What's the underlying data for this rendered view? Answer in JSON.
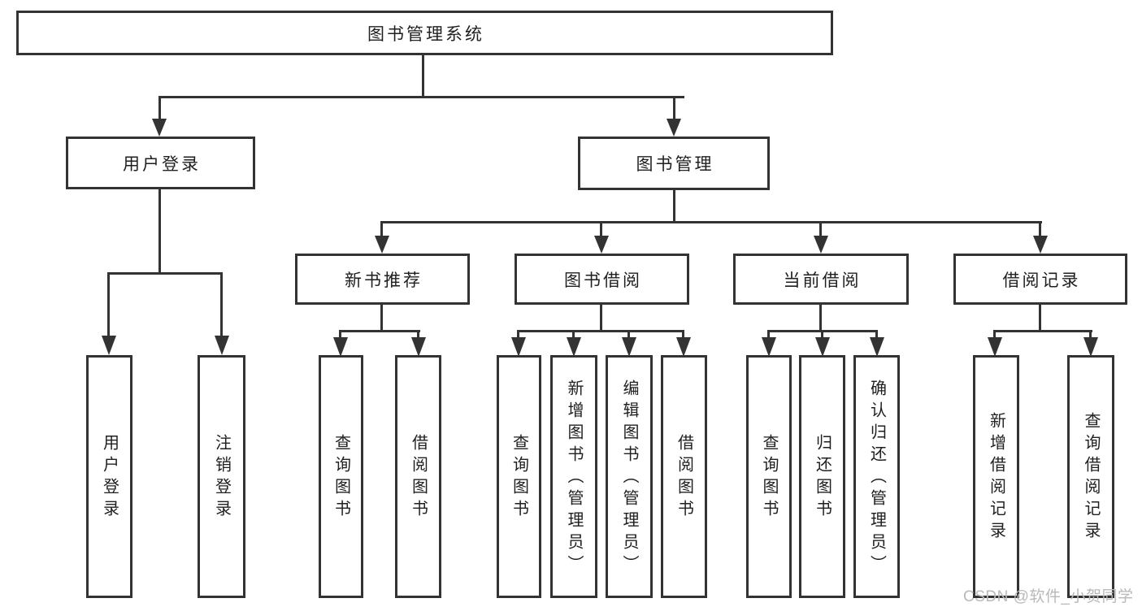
{
  "diagram": {
    "root": {
      "label": "图书管理系统"
    },
    "level2": [
      {
        "label": "用户登录"
      },
      {
        "label": "图书管理"
      }
    ],
    "level3": [
      {
        "label": "新书推荐"
      },
      {
        "label": "图书借阅"
      },
      {
        "label": "当前借阅"
      },
      {
        "label": "借阅记录"
      }
    ],
    "leaves": {
      "user_login": [
        "用户登录",
        "注销登录"
      ],
      "new_book": [
        "查询图书",
        "借阅图书"
      ],
      "book_borrow": [
        "查询图书",
        "新增图书（管理员）",
        "编辑图书（管理员）",
        "借阅图书"
      ],
      "current_borrow": [
        "查询图书",
        "归还图书",
        "确认归还（管理员）"
      ],
      "borrow_record": [
        "新增借阅记录",
        "查询借阅记录"
      ]
    }
  },
  "watermark": {
    "text": "CSDN @软件_小贺同学"
  },
  "colors": {
    "line": "#333333",
    "text": "#1f1f1f",
    "watermark": "#b9b9b9",
    "background": "#ffffff"
  }
}
